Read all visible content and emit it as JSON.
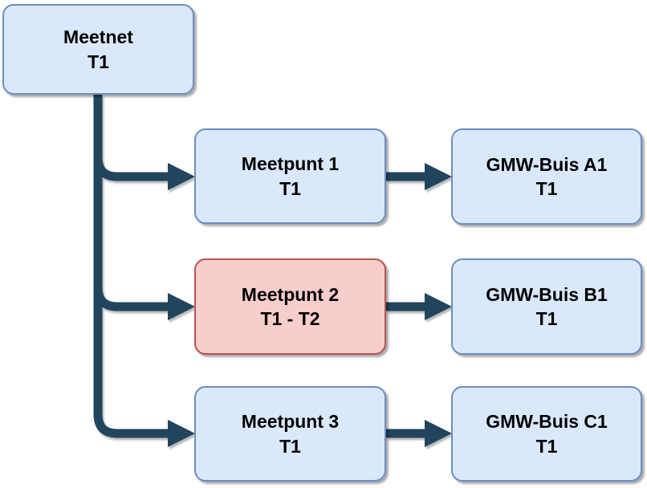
{
  "diagram": {
    "nodes": [
      {
        "id": "meetnet",
        "line1": "Meetnet",
        "line2": "T1",
        "type": "blue"
      },
      {
        "id": "meetpunt1",
        "line1": "Meetpunt 1",
        "line2": "T1",
        "type": "blue"
      },
      {
        "id": "meetpunt2",
        "line1": "Meetpunt 2",
        "line2": "T1 - T2",
        "type": "red"
      },
      {
        "id": "meetpunt3",
        "line1": "Meetpunt 3",
        "line2": "T1",
        "type": "blue"
      },
      {
        "id": "gmw-buis-a1",
        "line1": "GMW-Buis A1",
        "line2": "T1",
        "type": "blue"
      },
      {
        "id": "gmw-buis-b1",
        "line1": "GMW-Buis B1",
        "line2": "T1",
        "type": "blue"
      },
      {
        "id": "gmw-buis-c1",
        "line1": "GMW-Buis C1",
        "line2": "T1",
        "type": "blue"
      }
    ],
    "edges": [
      {
        "from": "meetnet",
        "to": "meetpunt1"
      },
      {
        "from": "meetnet",
        "to": "meetpunt2"
      },
      {
        "from": "meetnet",
        "to": "meetpunt3"
      },
      {
        "from": "meetpunt1",
        "to": "gmw-buis-a1"
      },
      {
        "from": "meetpunt2",
        "to": "gmw-buis-b1"
      },
      {
        "from": "meetpunt3",
        "to": "gmw-buis-c1"
      }
    ],
    "colors": {
      "blue_fill": "#dae8fc",
      "blue_border": "#6c8ebf",
      "red_fill": "#f8cecc",
      "red_border": "#b85450",
      "connector_color": "#21455c",
      "text_color": "#000000",
      "canvas_bg": "#ffffff"
    }
  }
}
